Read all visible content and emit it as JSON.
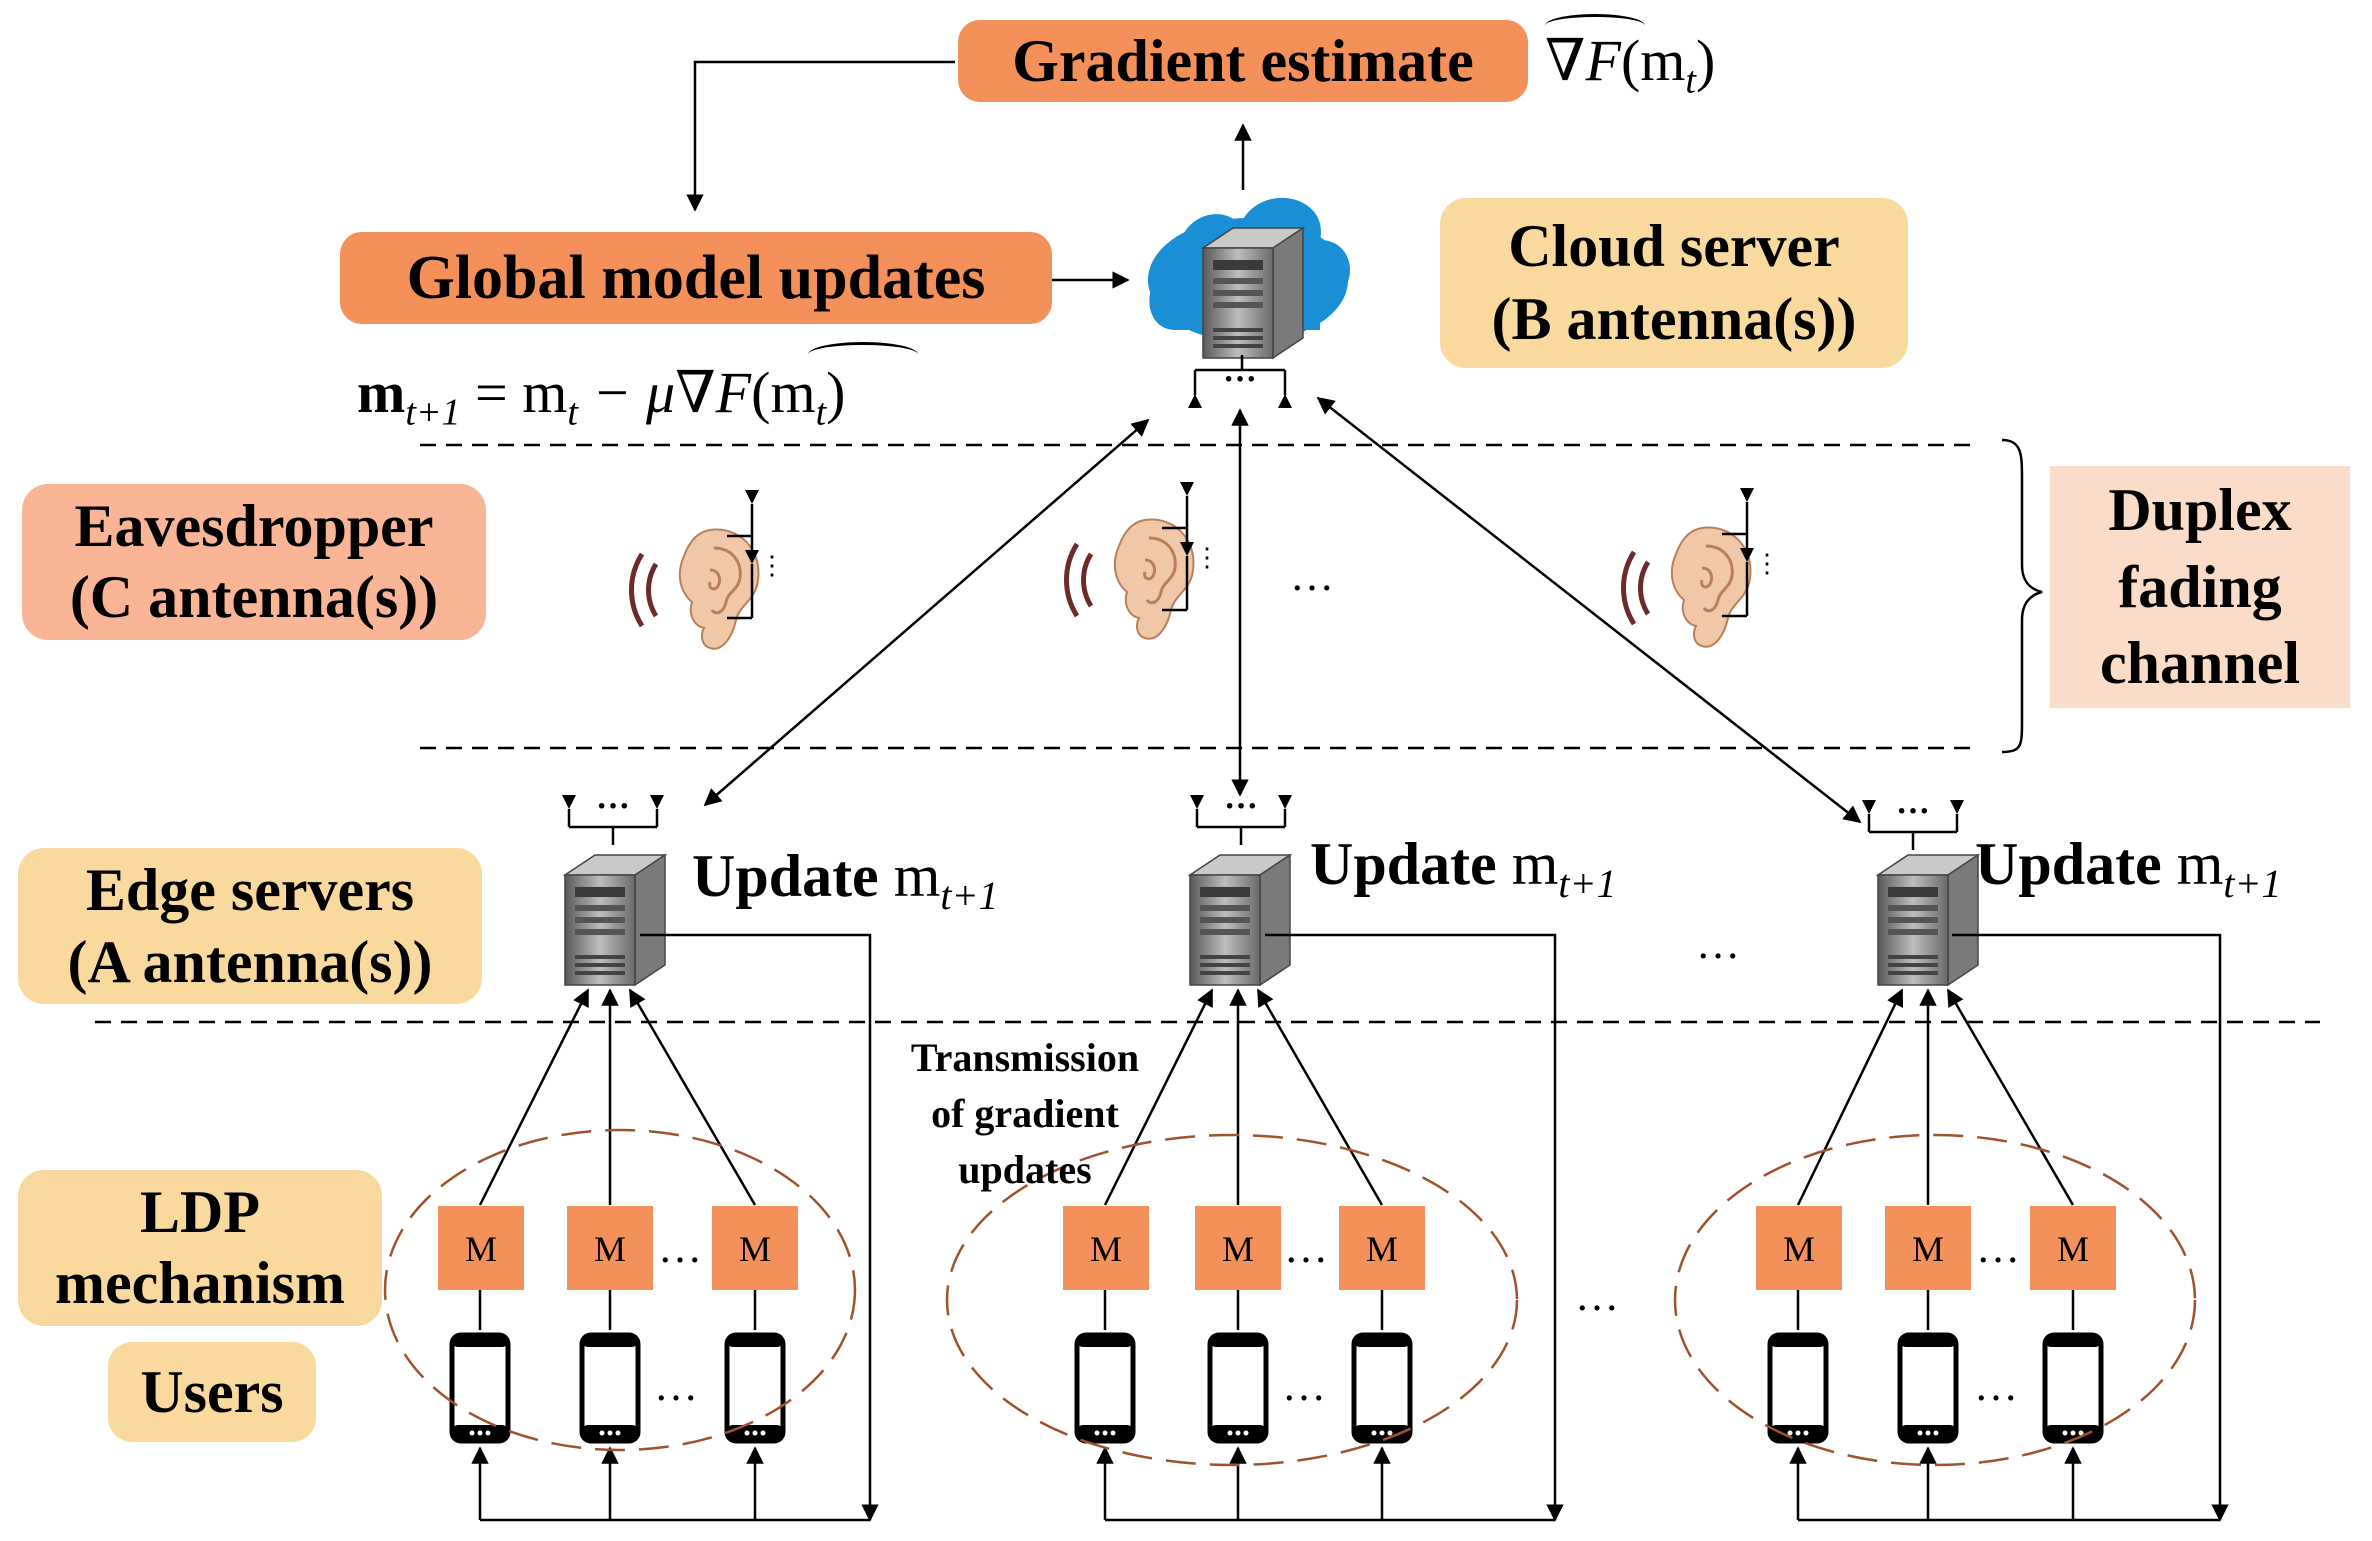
{
  "labels": {
    "gradient_estimate": "Gradient estimate",
    "global_model_updates": "Global model updates",
    "cloud_server_line1": "Cloud server",
    "cloud_server_line2": "(B antenna(s))",
    "eavesdropper_line1": "Eavesdropper",
    "eavesdropper_line2": "(C antenna(s))",
    "duplex_line1": "Duplex",
    "duplex_line2": "fading",
    "duplex_line3": "channel",
    "edge_line1": "Edge servers",
    "edge_line2": "(A antenna(s))",
    "ldp_line1": "LDP",
    "ldp_line2": "mechanism",
    "users": "Users",
    "update_word": "Update",
    "transmission_line1": "Transmission",
    "transmission_line2": "of gradient",
    "transmission_line3": "updates",
    "mech_box": "M",
    "ellipsis": "…"
  },
  "math": {
    "grad_symbol": "∇F",
    "grad_arg": "(m",
    "grad_sub": "t",
    "grad_close": ")",
    "update_lhs": "m",
    "update_lhs_sub": "t+1",
    "update_eq": " = m",
    "update_eq_sub": "t",
    "update_minus": " − μ",
    "update_grad": "∇F",
    "update_arg": "(m",
    "update_arg_sub": "t",
    "update_close": ")",
    "edge_m": "m",
    "edge_sub": "t+1"
  },
  "colors": {
    "orange": "#F4915A",
    "salmon": "#FAB596",
    "peach": "#FADCC8",
    "cream": "#F9D99D",
    "cloud": "#1B8FD6",
    "server": "#8E8E8E",
    "ellipse": "#A0522D",
    "ear": "#E8B89A"
  },
  "icons": [
    "cloud-server-icon",
    "edge-server-icon",
    "ear-icon",
    "antenna-icon",
    "phone-icon"
  ]
}
